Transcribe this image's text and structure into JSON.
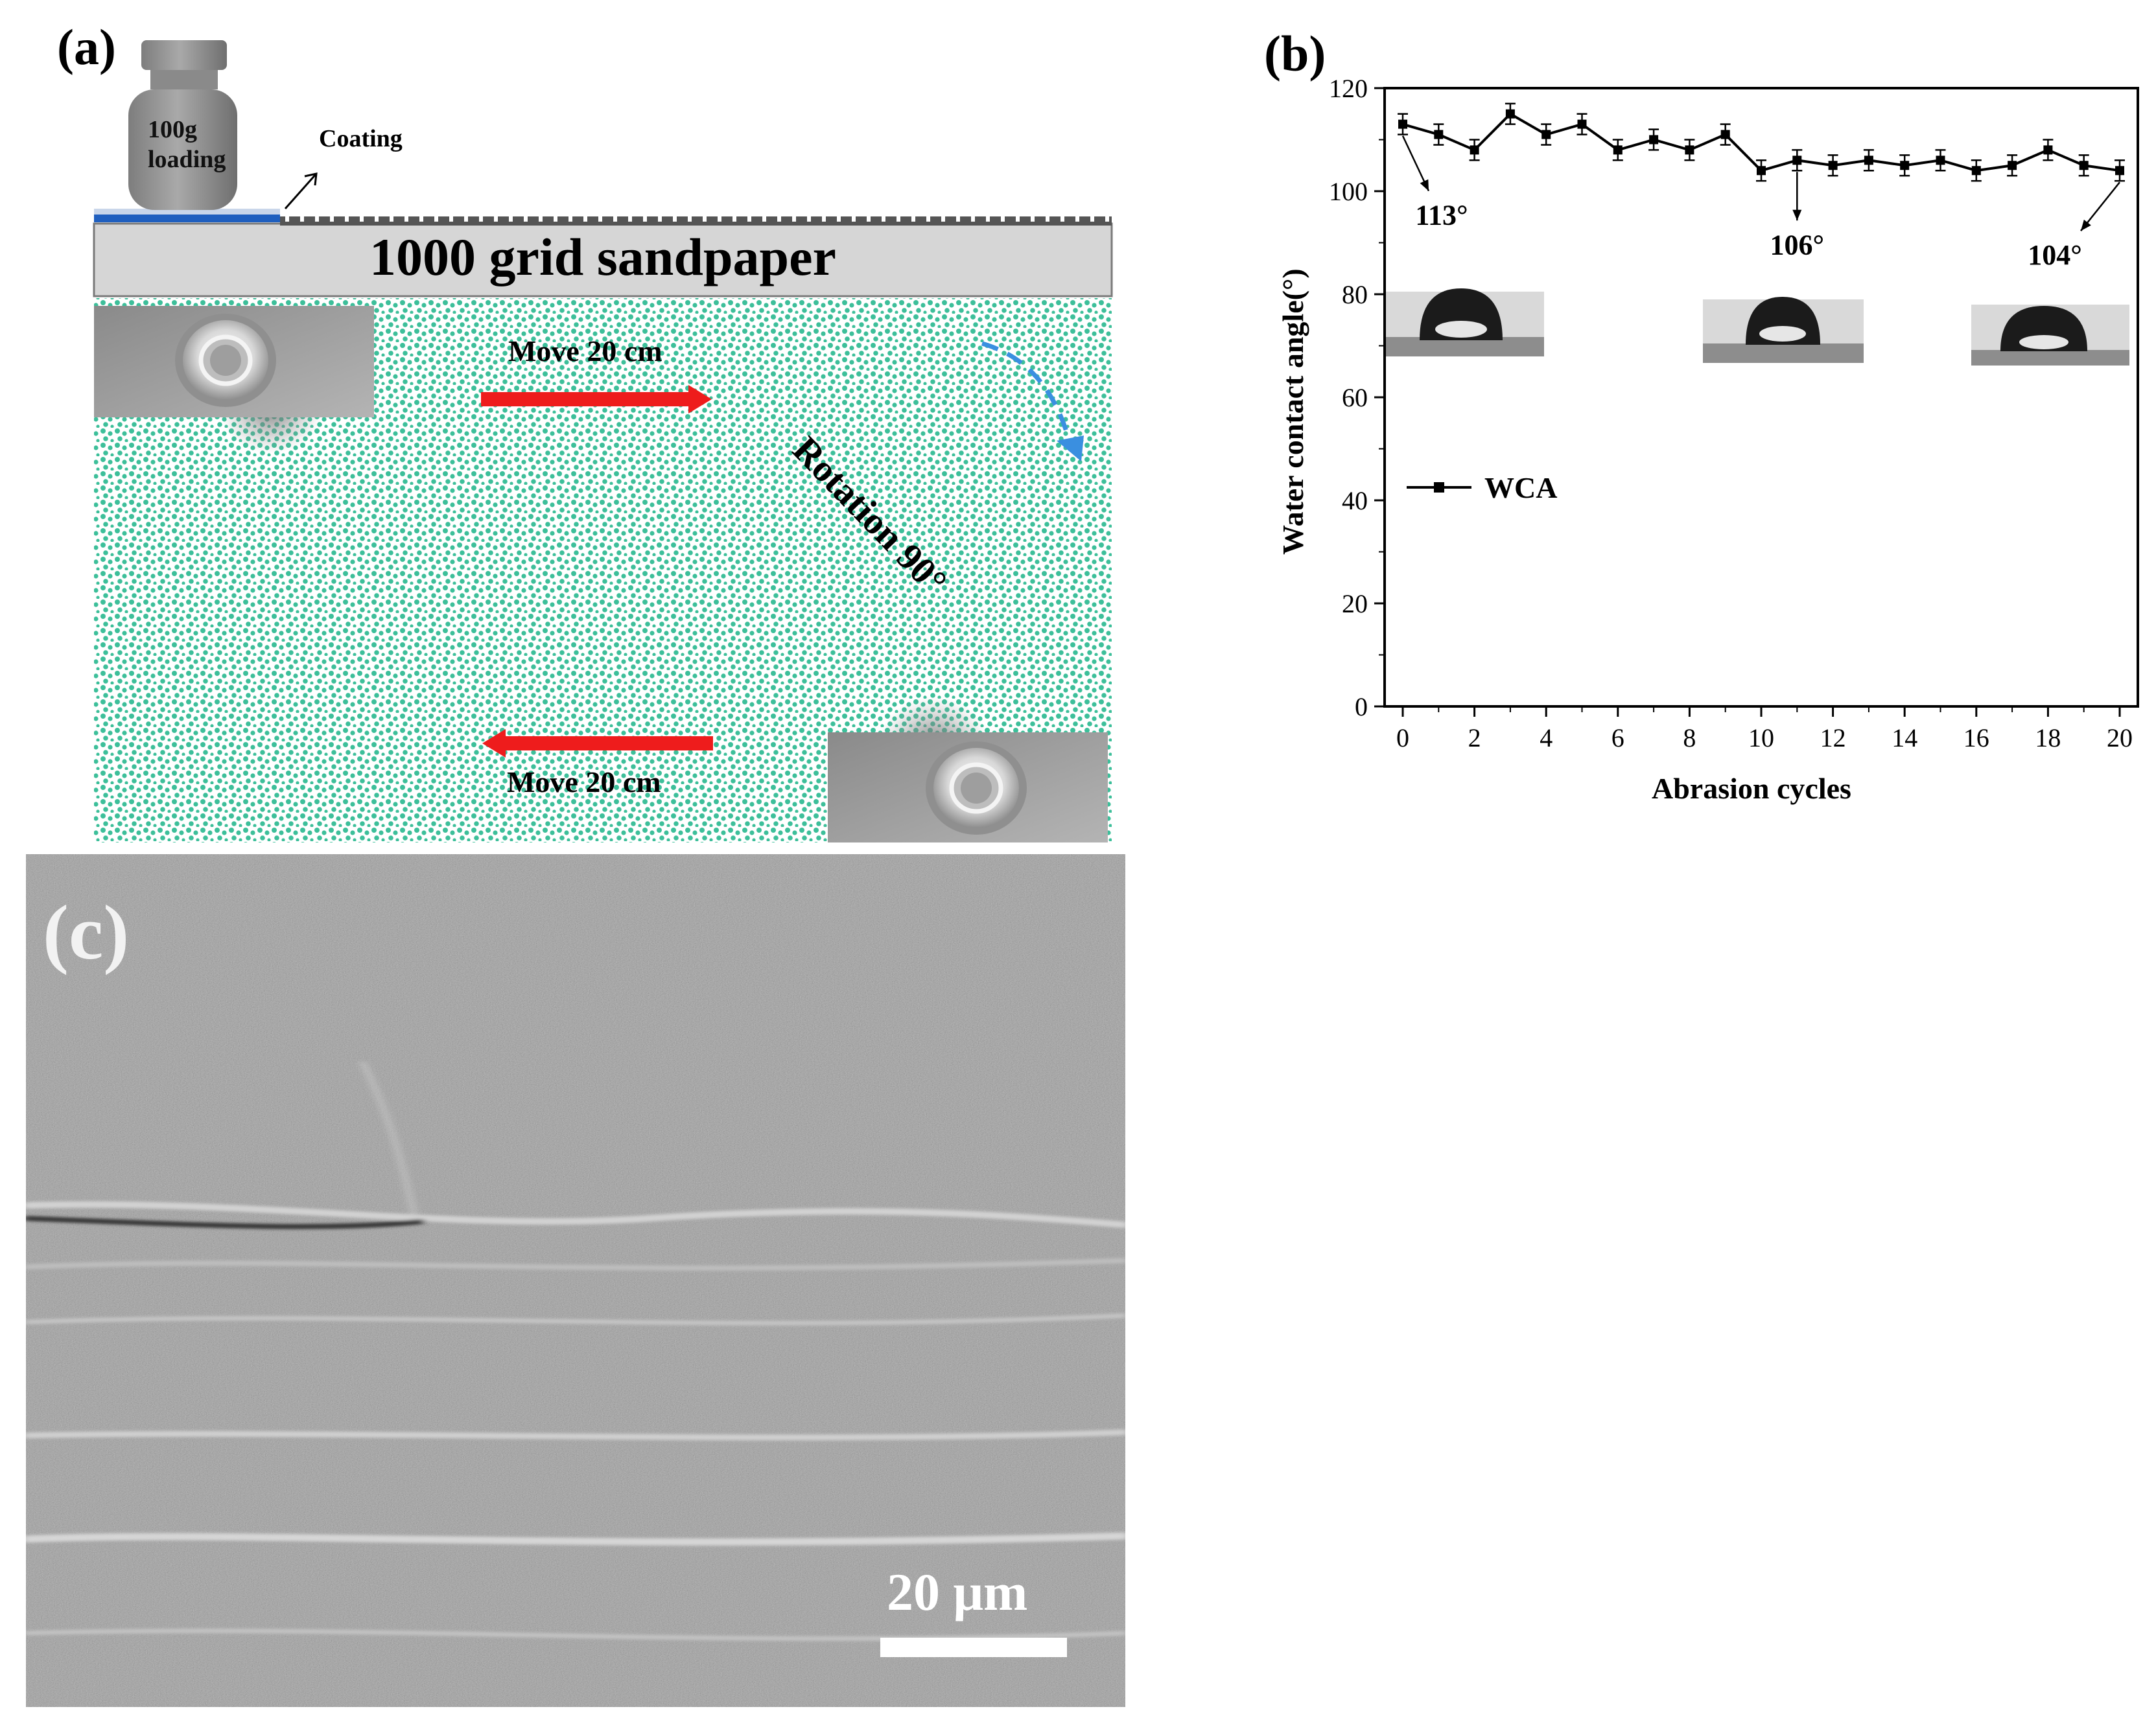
{
  "panels": {
    "a": {
      "label": "(a)"
    },
    "b": {
      "label": "(b)"
    },
    "c": {
      "label": "(c)"
    }
  },
  "diagram": {
    "weight_text_line1": "100g",
    "weight_text_line2": "loading",
    "coating_label": "Coating",
    "sandpaper_label": "1000 grid sandpaper",
    "move_top_label": "Move 20 cm",
    "move_bottom_label": "Move 20 cm",
    "rotation_label": "Rotation 90°",
    "colors": {
      "sand_dots": "#3dbf9a",
      "arrow": "#ee1c1c",
      "rotation_arrow": "#3a8fe0",
      "coating": "#1f5fbf"
    }
  },
  "chart_data": {
    "type": "line",
    "x": [
      0,
      1,
      2,
      3,
      4,
      5,
      6,
      7,
      8,
      9,
      10,
      11,
      12,
      13,
      14,
      15,
      16,
      17,
      18,
      19,
      20
    ],
    "series": [
      {
        "name": "WCA",
        "values": [
          113,
          111,
          108,
          115,
          111,
          113,
          108,
          110,
          108,
          111,
          104,
          106,
          105,
          106,
          105,
          106,
          104,
          105,
          108,
          105,
          104
        ],
        "error": [
          2,
          2,
          2,
          2,
          2,
          2,
          2,
          2,
          2,
          2,
          2,
          2,
          2,
          2,
          2,
          2,
          2,
          2,
          2,
          2,
          2
        ]
      }
    ],
    "xlabel": "Abrasion cycles",
    "ylabel": "Water contact angle(°)",
    "xlim": [
      0,
      20
    ],
    "ylim": [
      0,
      120
    ],
    "xticks": [
      0,
      2,
      4,
      6,
      8,
      10,
      12,
      14,
      16,
      18,
      20
    ],
    "yticks": [
      0,
      20,
      40,
      60,
      80,
      100,
      120
    ],
    "legend": "left",
    "annotations": [
      {
        "x": 0,
        "text": "113°"
      },
      {
        "x": 11,
        "text": "106°"
      },
      {
        "x": 20,
        "text": "104°"
      }
    ],
    "line_color": "#000000"
  },
  "sem": {
    "scale_bar_label": "20 μm"
  }
}
